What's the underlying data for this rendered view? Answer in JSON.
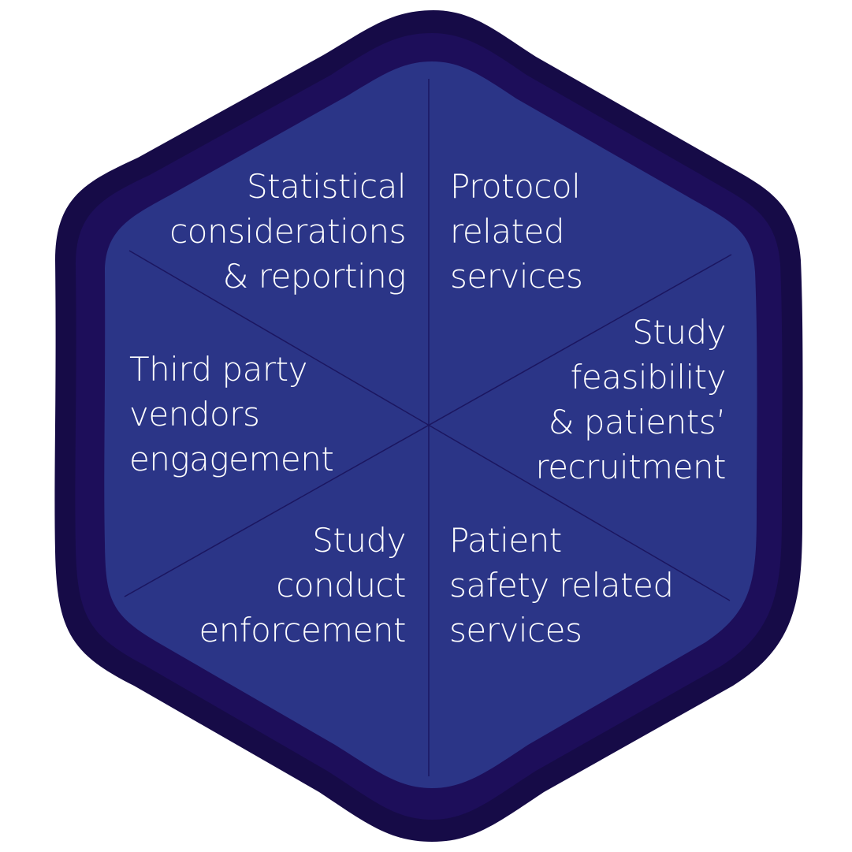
{
  "colors": {
    "outer_ring": "#160b47",
    "middle_ring": "#1d0e5a",
    "inner_fill": "#2b3587",
    "divider": "#1b1660",
    "text": "#ffffff"
  },
  "segments": [
    {
      "id": "statistical",
      "lines": [
        "Statistical",
        "considerations",
        "& reporting"
      ]
    },
    {
      "id": "protocol",
      "lines": [
        "Protocol",
        "related",
        "services"
      ]
    },
    {
      "id": "feasibility",
      "lines": [
        "Study",
        "feasibility",
        "& patients’",
        "recruitment"
      ]
    },
    {
      "id": "third",
      "lines": [
        "Third party",
        "vendors",
        "engagement"
      ]
    },
    {
      "id": "conduct",
      "lines": [
        "Study",
        "conduct",
        "enforcement"
      ]
    },
    {
      "id": "safety",
      "lines": [
        "Patient",
        "safety related",
        "services"
      ]
    }
  ]
}
